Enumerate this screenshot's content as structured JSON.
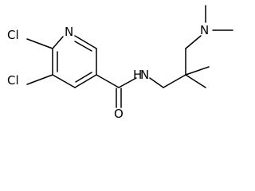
{
  "molecule": {
    "atoms": {
      "n_pyridine": "N",
      "cl_top": "Cl",
      "cl_bottom": "Cl",
      "nh_amide": "H",
      "n_amide": "N",
      "o_carbonyl": "O",
      "n_dimethylamino": "N"
    }
  }
}
